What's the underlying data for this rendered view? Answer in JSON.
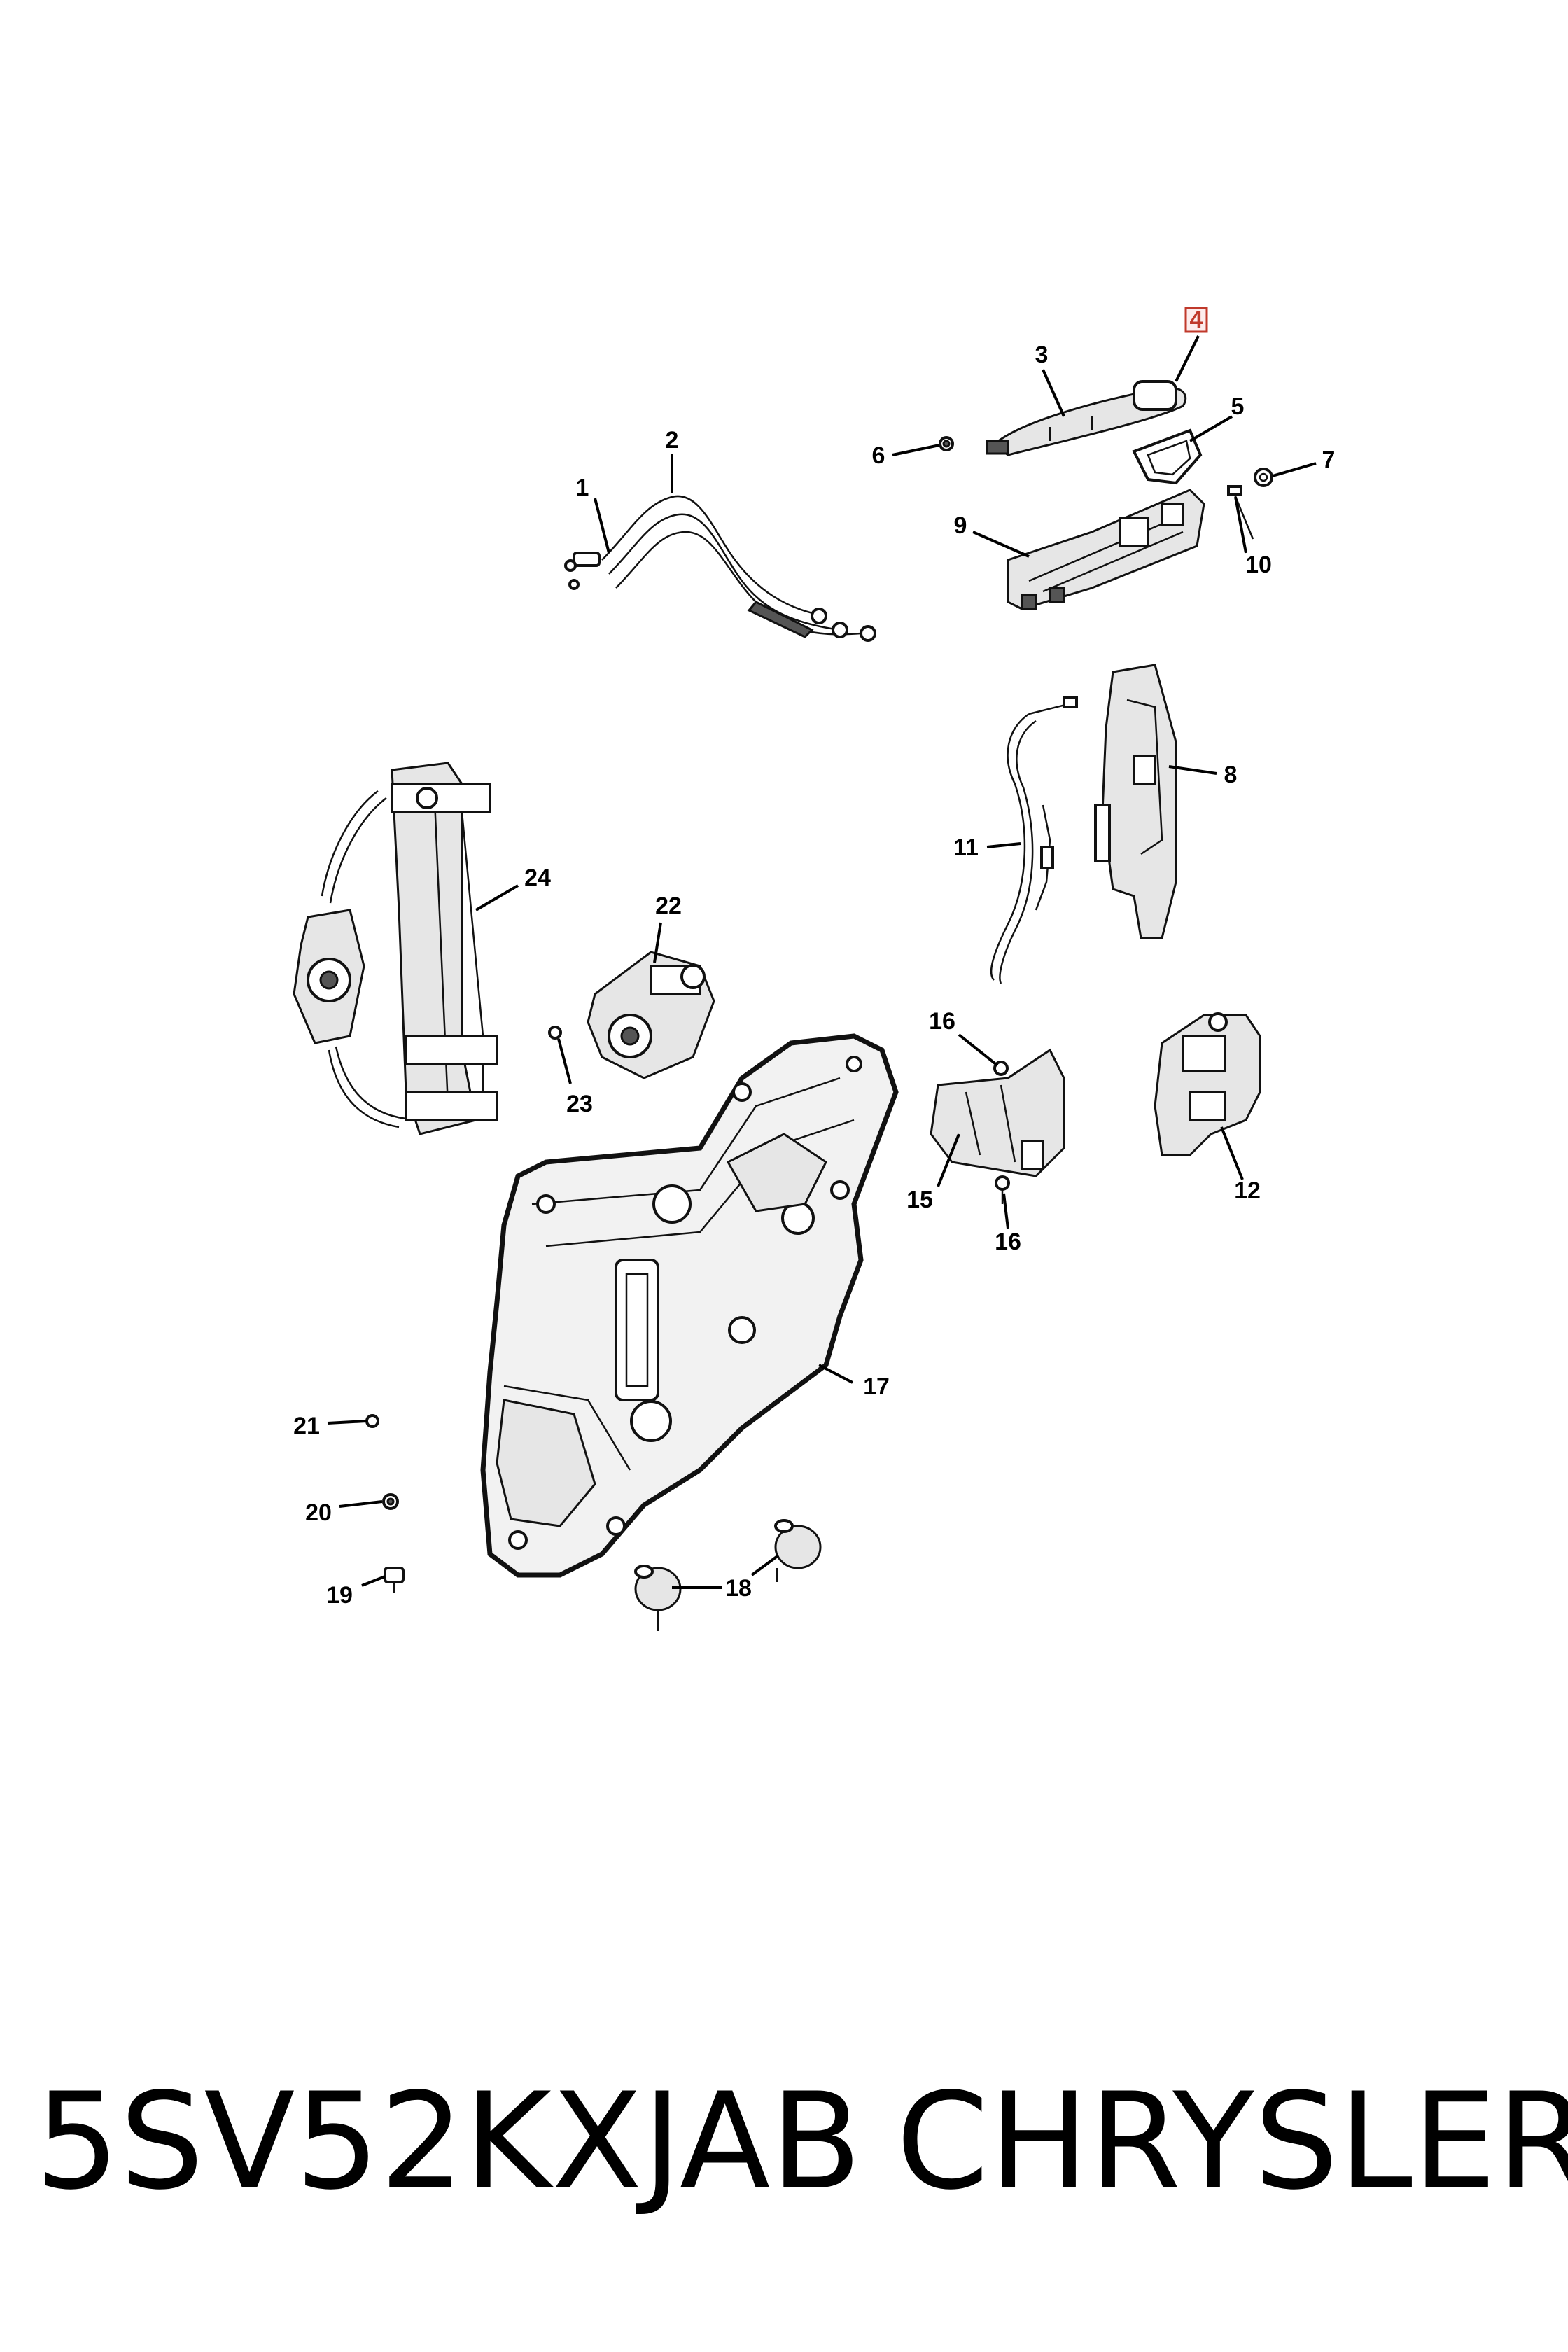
{
  "diagram": {
    "highlighted_callout": "4",
    "callouts": [
      "1",
      "2",
      "3",
      "4",
      "5",
      "6",
      "7",
      "8",
      "9",
      "10",
      "11",
      "12",
      "15",
      "16",
      "16",
      "17",
      "18",
      "19",
      "20",
      "21",
      "22",
      "23",
      "24"
    ]
  },
  "footer": {
    "part_number": "5SV52KXJAB",
    "brand": "CHRYSLER"
  }
}
